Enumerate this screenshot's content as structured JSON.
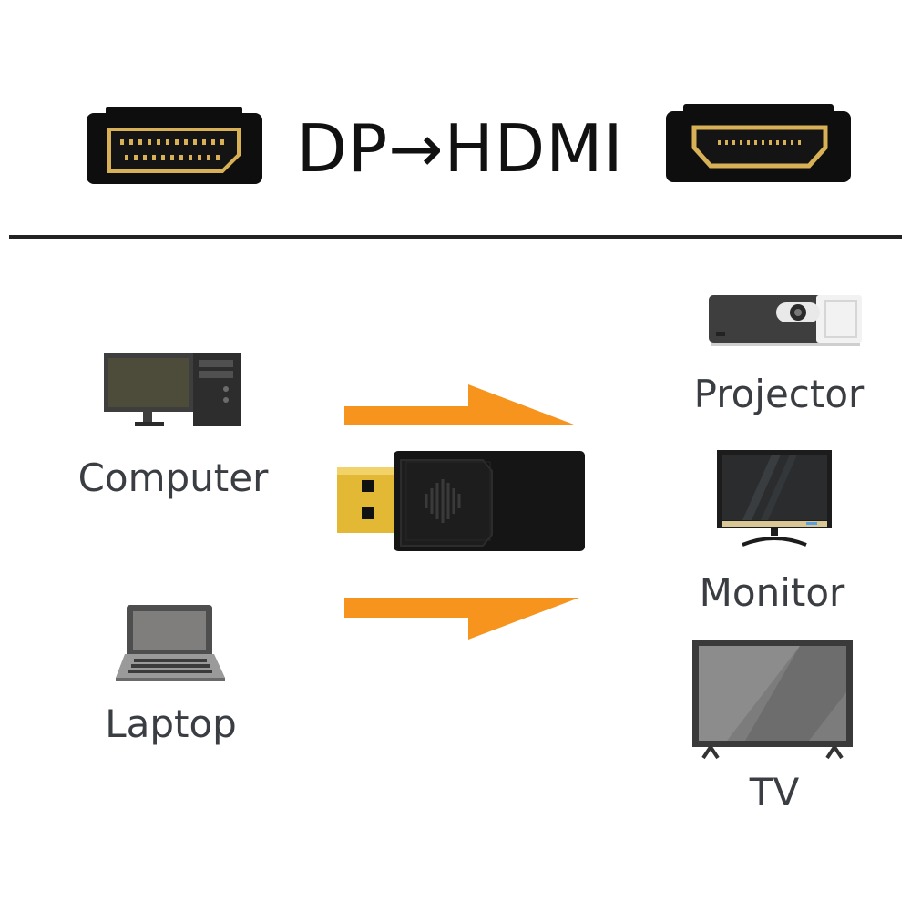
{
  "header": {
    "title": "DP→HDMI",
    "left_port_icon": "displayport-port-icon",
    "right_port_icon": "hdmi-port-icon"
  },
  "sources": [
    {
      "label": "Computer",
      "icon": "desktop-computer-icon"
    },
    {
      "label": "Laptop",
      "icon": "laptop-icon"
    }
  ],
  "adapter": {
    "icon": "dp-to-hdmi-adapter-icon"
  },
  "targets": [
    {
      "label": "Projector",
      "icon": "projector-icon"
    },
    {
      "label": "Monitor",
      "icon": "monitor-icon"
    },
    {
      "label": "TV",
      "icon": "tv-icon"
    }
  ],
  "colors": {
    "arrow": "#f7941d",
    "gold": "#d8b056",
    "connector_body": "#121212",
    "label_text": "#3a3d42"
  }
}
